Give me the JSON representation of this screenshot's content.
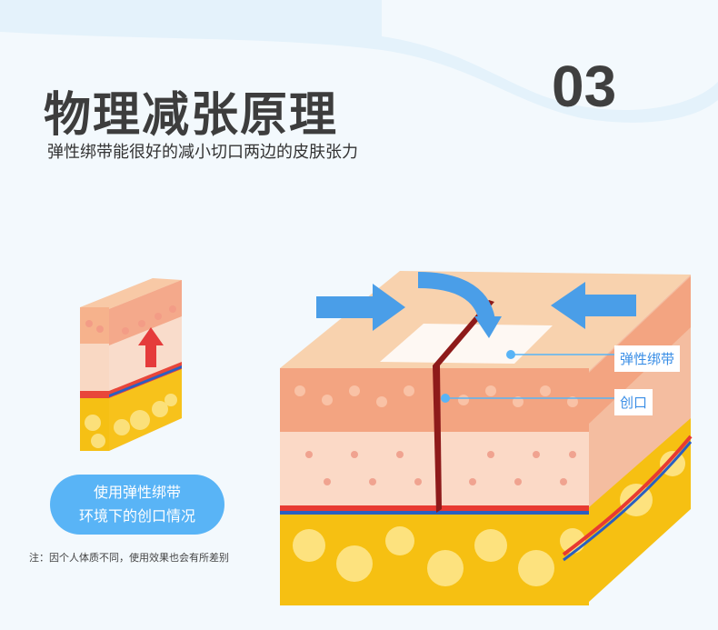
{
  "title": "物理减张原理",
  "subtitle": "弹性绑带能很好的减小切口两边的皮肤张力",
  "section_number": "03",
  "labels": {
    "elastic_bandage": "弹性绑带",
    "wound": "创口"
  },
  "pill": {
    "line1": "使用弹性绑带",
    "line2": "环境下的创口情况"
  },
  "note": "注：因个人体质不同，使用效果也会有所差别",
  "colors": {
    "accent": "#59b4f6",
    "arrow": "#4a9ee8",
    "fat": "#f6c21a",
    "skin": "#f6cfae"
  }
}
